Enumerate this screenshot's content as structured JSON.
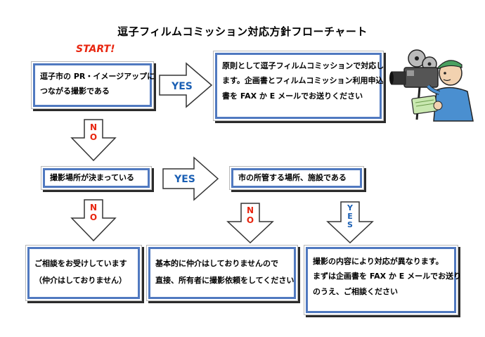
{
  "title": "逗子フィルムコミッション対応方針フローチャート",
  "start_label": "START!",
  "boxes": {
    "q1": [
      "逗子市の PR・イメージアップに",
      "つながる撮影である"
    ],
    "r1": [
      "原則として逗子フィルムコミッションで対応し",
      "ます。企画書とフィルムコミッション利用申込",
      "書を FAX か E メールでお送りください"
    ],
    "q2": [
      "撮影場所が決まっている"
    ],
    "q3": [
      "市の所管する場所、施設である"
    ],
    "r2": [
      "ご相談をお受けしています",
      "（仲介はしておりません）"
    ],
    "r3": [
      "基本的に仲介はしておりませんので",
      "直接、所有者に撮影依頼をしてください"
    ],
    "r4": [
      "撮影の内容により対応が異なります。",
      "まずは企画書を FAX か E メールでお送り",
      "のうえ、ご相談ください"
    ]
  },
  "arrows": {
    "yes": "YES",
    "no": "NO",
    "no_chars": [
      "N",
      "O"
    ],
    "yes_chars": [
      "Y",
      "E",
      "S"
    ]
  },
  "colors": {
    "box_border": "#5079c0",
    "yes_text": "#1a5fb4",
    "no_text": "#e8250f",
    "start_text": "#e8250f"
  },
  "illustration": "camera-operator-illustration"
}
